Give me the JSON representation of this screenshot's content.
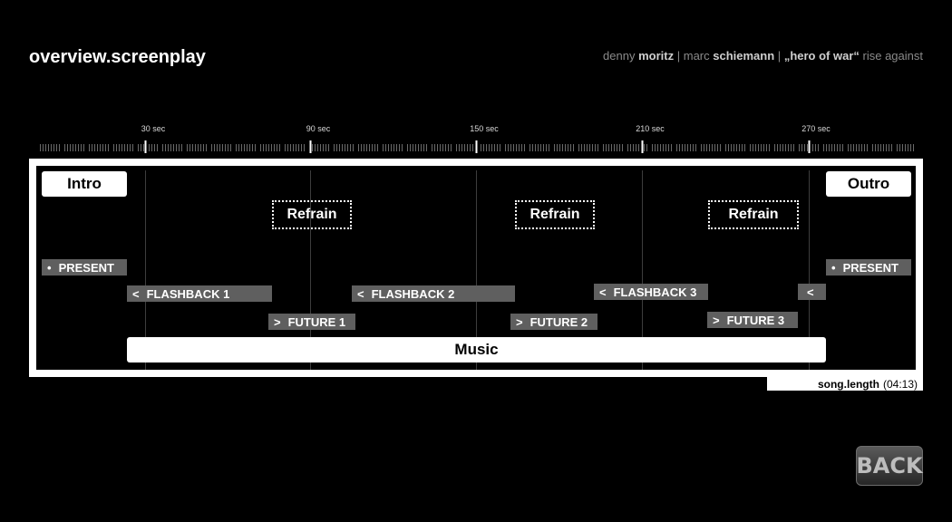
{
  "header": {
    "title": "overview.screenplay",
    "credits": {
      "p1": "denny",
      "p2": "moritz",
      "sep1": "|",
      "p3": "marc",
      "p4": "schiemann",
      "sep2": "|",
      "p5": "„hero of war“",
      "p6": "rise against"
    }
  },
  "timeline": {
    "tick_labels": [
      "30 sec",
      "90 sec",
      "150 sec",
      "210 sec",
      "270 sec"
    ],
    "tick_values": [
      30,
      90,
      150,
      210,
      270
    ]
  },
  "sections": {
    "intro": "Intro",
    "outro": "Outro",
    "refrains": [
      "Refrain",
      "Refrain",
      "Refrain"
    ],
    "present_left": "PRESENT",
    "present_right": "PRESENT",
    "present_marker": "•",
    "flashback_marker": "<",
    "future_marker": ">",
    "flashbacks": [
      "FLASHBACK 1",
      "FLASHBACK 2",
      "FLASHBACK 3"
    ],
    "futures": [
      "FUTURE 1",
      "FUTURE 2",
      "FUTURE 3"
    ],
    "music": "Music"
  },
  "song_length": {
    "label": "song.length",
    "value": "(04:13)"
  },
  "nav": {
    "back_label": "BACK"
  },
  "colors": {
    "background": "#000000",
    "frame": "#ffffff",
    "bar": "#5f5f5f",
    "text_muted": "#8a8a8a"
  }
}
